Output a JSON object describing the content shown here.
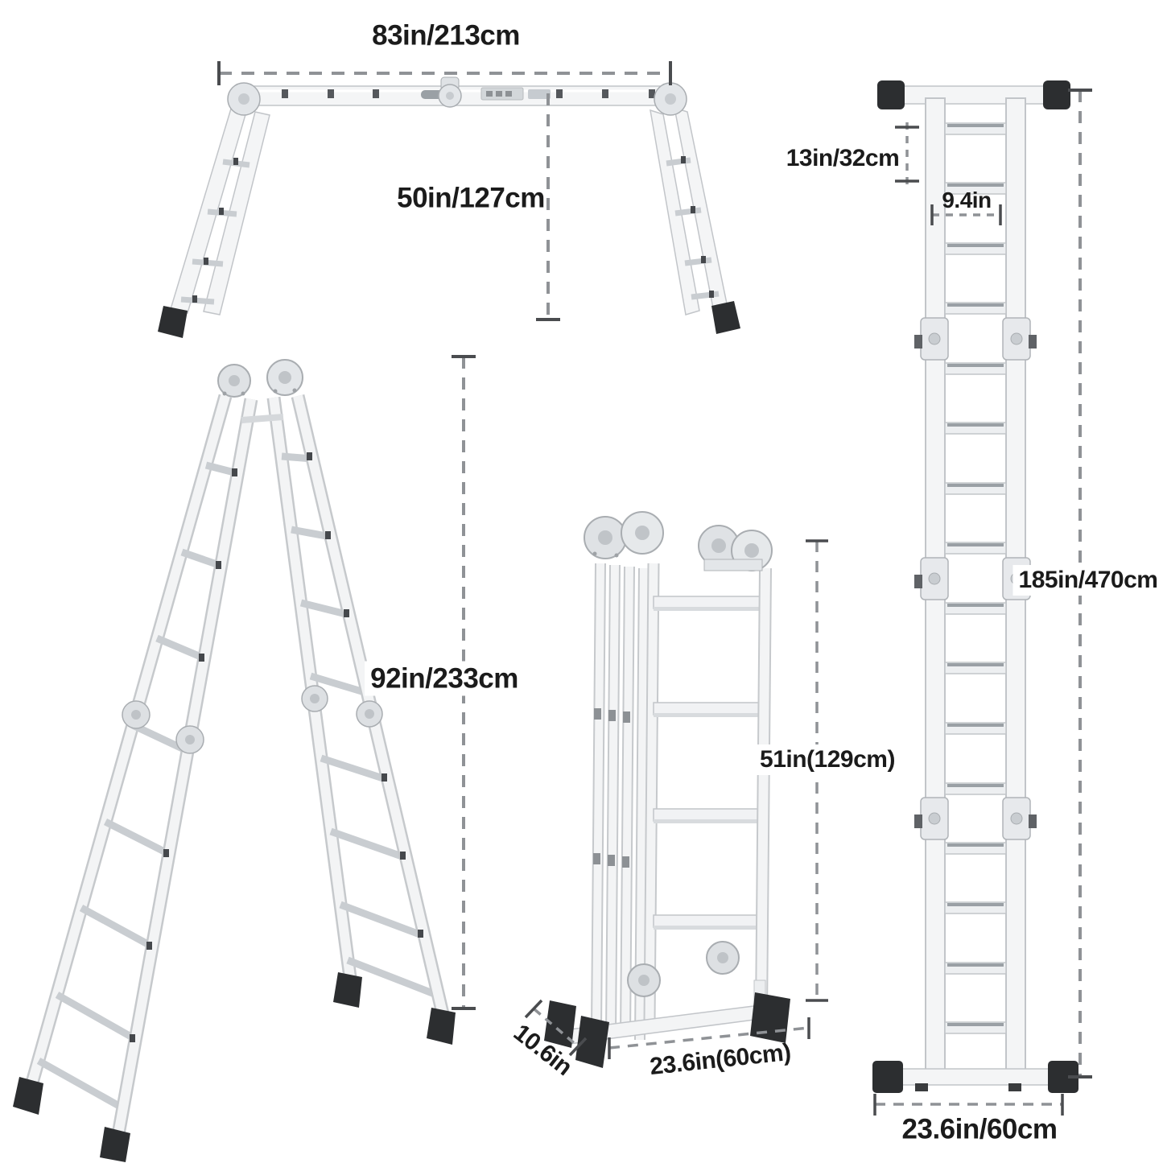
{
  "dims": {
    "trestle_width": "83in/213cm",
    "trestle_height": "50in/127cm",
    "aframe_height": "92in/233cm",
    "folded_height": "51in(129cm)",
    "folded_depth": "10.6in",
    "folded_width": "23.6in(60cm)",
    "extended_rung_gap": "13in/32cm",
    "extended_rung_width": "9.4in",
    "extended_height": "185in/470cm",
    "extended_width": "23.6in/60cm"
  },
  "colors": {
    "background": "#ffffff",
    "label_text": "#1b1b1b",
    "dash_line": "#8f9296",
    "dash_tick": "#4a4c4f",
    "ladder_fill": "#f4f5f6",
    "ladder_edge": "#c2c5c9",
    "rung_fill": "#edeff1",
    "hinge_fill": "#e3e6e9",
    "hinge_edge": "#a9adb1",
    "rubber_foot": "#2c2e30"
  }
}
